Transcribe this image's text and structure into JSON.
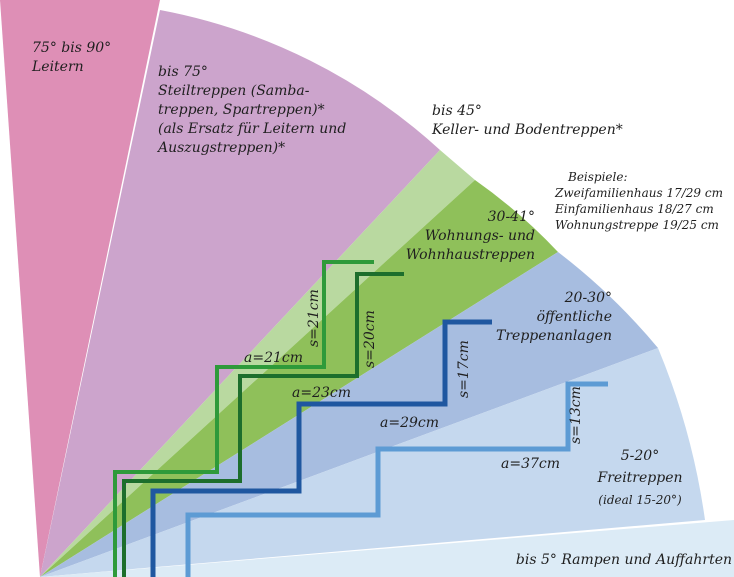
{
  "sectors": [
    {
      "id": "leitern",
      "color": "#de8fb6",
      "lines": [
        "75° bis 90°",
        "Leitern"
      ]
    },
    {
      "id": "steiltreppen",
      "color": "#cca4cc",
      "lines": [
        "bis 75°",
        "Steiltreppen (Samba-",
        "treppen, Spartreppen)*",
        "(als Ersatz für Leitern und",
        "Auszugstreppen)*"
      ]
    },
    {
      "id": "keller",
      "color": "#b9d9a0",
      "lines": [
        "bis 45°",
        "Keller- und Bodentreppen*"
      ]
    },
    {
      "id": "wohnung",
      "color": "#8fc05a",
      "lines": [
        "30-41°",
        "Wohnungs- und",
        "Wohnhaustreppen"
      ]
    },
    {
      "id": "oeffentlich",
      "color": "#a7bde0",
      "lines": [
        "20-30°",
        "öffentliche",
        "Treppenanlagen"
      ]
    },
    {
      "id": "frei",
      "color": "#c5d8ee",
      "lines": [
        "5-20°",
        "Freitreppen",
        "(ideal 15-20°)"
      ]
    },
    {
      "id": "rampen",
      "color": "#dcebf6",
      "lines": [
        "bis 5° Rampen und Auffahrten"
      ]
    }
  ],
  "examples": {
    "title": "Beispiele:",
    "items": [
      "Zweifamilienhaus 17/29 cm",
      "Einfamilienhaus  18/27 cm",
      "Wohnungstreppe 19/25 cm"
    ]
  },
  "stairs": [
    {
      "id": "green-light",
      "color": "#2e9a3a",
      "a": "a=21cm",
      "s": "s=21cm"
    },
    {
      "id": "green-dark",
      "color": "#1d6e2c",
      "a": "a=23cm",
      "s": "s=20cm"
    },
    {
      "id": "blue-dark",
      "color": "#1f57a0",
      "a": "a=29cm",
      "s": "s=17cm"
    },
    {
      "id": "blue-light",
      "color": "#5d9bd4",
      "a": "a=37cm",
      "s": "s=13cm"
    }
  ]
}
